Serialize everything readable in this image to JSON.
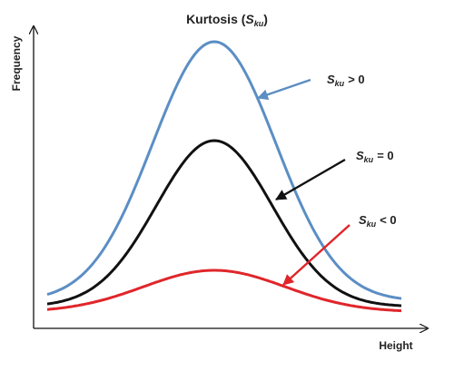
{
  "title": {
    "main": "Kurtosis (",
    "symbol": "S",
    "subscript": "ku",
    "close": ")"
  },
  "axes": {
    "xlabel": "Height",
    "ylabel": "Frequency"
  },
  "curves": [
    {
      "id": "positive",
      "symbol": "S",
      "subscript": "ku",
      "relation": "> 0",
      "color": "#5b8ec4"
    },
    {
      "id": "zero",
      "symbol": "S",
      "subscript": "ku",
      "relation": "= 0",
      "color": "#111111"
    },
    {
      "id": "negative",
      "symbol": "S",
      "subscript": "ku",
      "relation": "< 0",
      "color": "#e0262a"
    }
  ],
  "colors": {
    "axis": "#111111",
    "text": "#222222"
  }
}
